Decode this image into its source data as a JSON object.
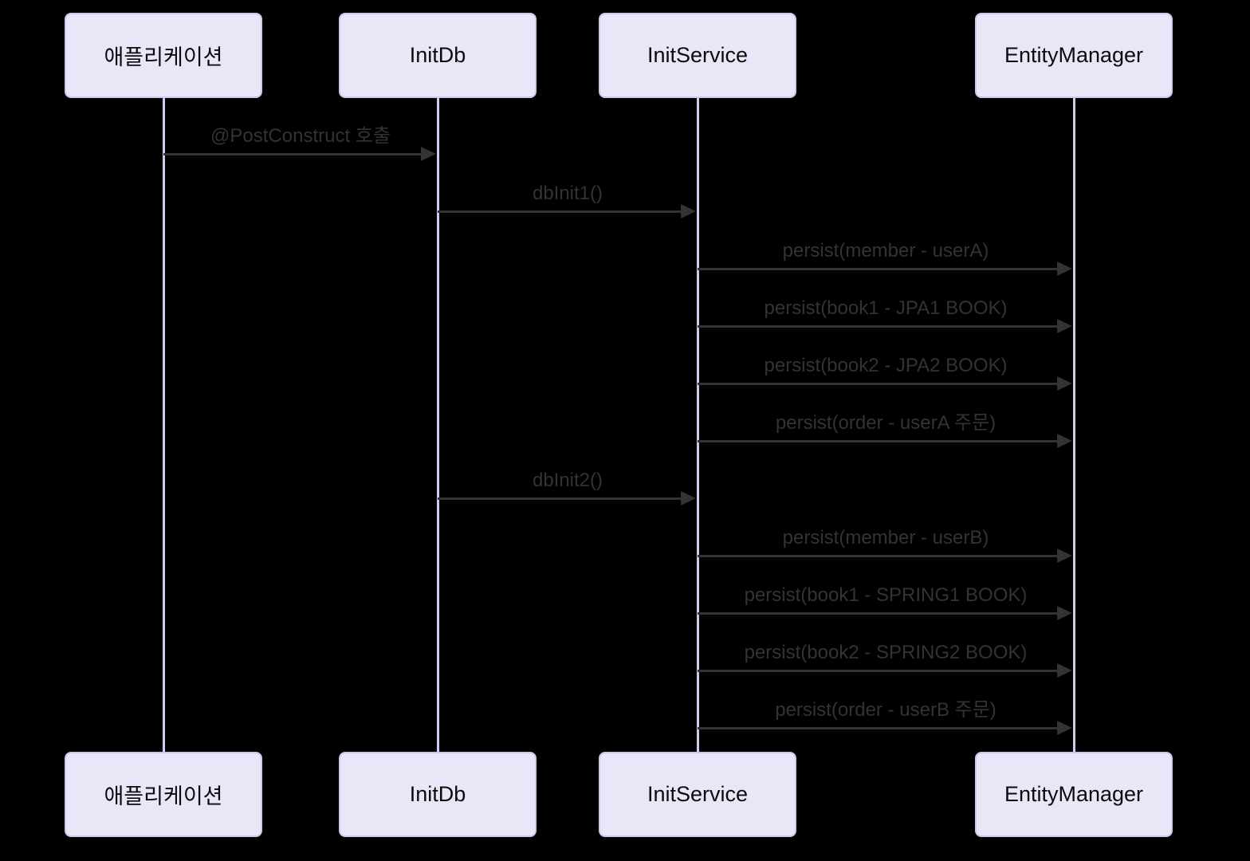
{
  "diagram": {
    "type": "sequence",
    "colors": {
      "background": "#000000",
      "actor_fill": "#eae6f8",
      "actor_border": "#d0c5ec",
      "actor_text": "#0b0b0b",
      "lifeline": "#d5c8f0",
      "message_line": "#333333",
      "message_text": "#333333"
    },
    "participants": [
      {
        "id": "app",
        "label": "애플리케이션"
      },
      {
        "id": "initdb",
        "label": "InitDb"
      },
      {
        "id": "initservice",
        "label": "InitService"
      },
      {
        "id": "entitymanager",
        "label": "EntityManager"
      }
    ],
    "messages": [
      {
        "from": 0,
        "to": 1,
        "label": "@PostConstruct 호출"
      },
      {
        "from": 1,
        "to": 2,
        "label": "dbInit1()"
      },
      {
        "from": 2,
        "to": 3,
        "label": "persist(member - userA)"
      },
      {
        "from": 2,
        "to": 3,
        "label": "persist(book1 - JPA1 BOOK)"
      },
      {
        "from": 2,
        "to": 3,
        "label": "persist(book2 - JPA2 BOOK)"
      },
      {
        "from": 2,
        "to": 3,
        "label": "persist(order - userA 주문)"
      },
      {
        "from": 1,
        "to": 2,
        "label": "dbInit2()"
      },
      {
        "from": 2,
        "to": 3,
        "label": "persist(member - userB)"
      },
      {
        "from": 2,
        "to": 3,
        "label": "persist(book1 - SPRING1 BOOK)"
      },
      {
        "from": 2,
        "to": 3,
        "label": "persist(book2 - SPRING2 BOOK)"
      },
      {
        "from": 2,
        "to": 3,
        "label": "persist(order - userB 주문)"
      }
    ]
  }
}
